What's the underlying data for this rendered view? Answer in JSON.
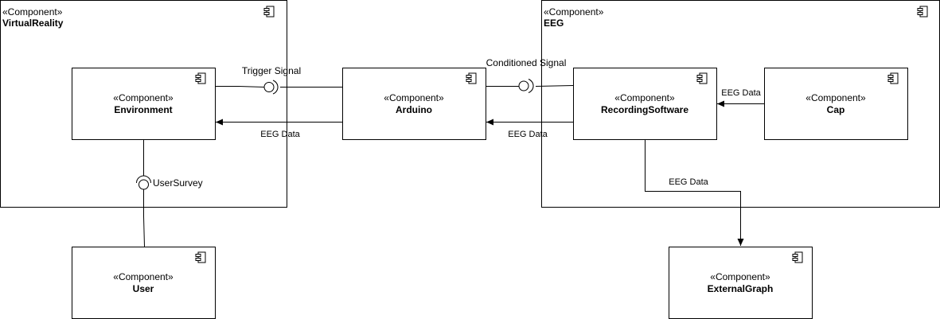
{
  "containers": {
    "vr": {
      "stereotype": "«Component»",
      "name": "VirtualReality"
    },
    "eeg": {
      "stereotype": "«Component»",
      "name": "EEG"
    }
  },
  "components": {
    "environment": {
      "stereotype": "«Component»",
      "name": "Environment"
    },
    "arduino": {
      "stereotype": "«Component»",
      "name": "Arduino"
    },
    "recording": {
      "stereotype": "«Component»",
      "name": "RecordingSoftware"
    },
    "cap": {
      "stereotype": "«Component»",
      "name": "Cap"
    },
    "user": {
      "stereotype": "«Component»",
      "name": "User"
    },
    "graph": {
      "stereotype": "«Component»",
      "name": "ExternalGraph"
    }
  },
  "connections": {
    "trigger_signal": "Trigger Signal",
    "conditioned_signal": "Conditioned Signal",
    "user_survey": "UserSurvey",
    "eeg_data_arduino_env": "EEG Data",
    "eeg_data_rec_arduino": "EEG Data",
    "eeg_data_cap_rec": "EEG Data",
    "eeg_data_rec_graph": "EEG Data"
  }
}
